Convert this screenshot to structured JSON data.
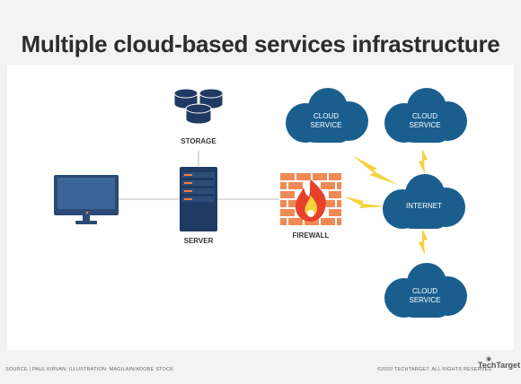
{
  "title": "Multiple cloud-based services infrastructure",
  "labels": {
    "storage": "STORAGE",
    "server": "SERVER",
    "firewall": "FIREWALL",
    "internet": "INTERNET",
    "cloud_service_top_left": [
      "CLOUD",
      "SERVICE"
    ],
    "cloud_service_top_right": [
      "CLOUD",
      "SERVICE"
    ],
    "cloud_service_bottom": [
      "CLOUD",
      "SERVICE"
    ]
  },
  "footer": {
    "source": "SOURCE | PAUL KIRVAN; ILLUSTRATION: MAGILAIN/ADOBE STOCK",
    "copyright": "©2020 TECHTARGET. ALL RIGHTS RESERVED",
    "brand": "TechTarget"
  },
  "colors": {
    "cloud": "#1a5e8e",
    "server": "#1f3a63",
    "server_led": "#f47a3b",
    "firewall_brick": "#f08a55",
    "flame": "#e8412a",
    "lightning": "#f5d23c",
    "monitor": "#2a4a75",
    "monitor_screen": "#2f5a8a",
    "storage": "#1f3a63"
  },
  "icons": [
    "monitor-icon",
    "storage-icon",
    "server-icon",
    "firewall-icon",
    "cloud-icon",
    "lightning-icon"
  ]
}
